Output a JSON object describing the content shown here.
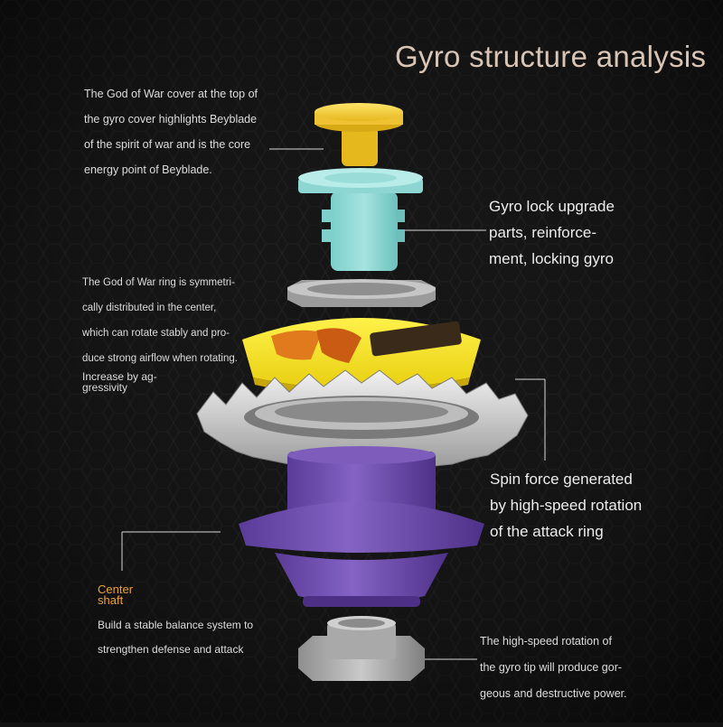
{
  "title": "Gyro structure analysis",
  "colors": {
    "background": "#121212",
    "cover_yellow": "#f2cf3a",
    "lock_teal": "#8ed6d3",
    "ring_gray": "#a4a4a4",
    "disc_yellow": "#f3e21a",
    "disc_logo": "#e07a1c",
    "attack_ring_silver": "#c9c9c9",
    "base_purple": "#6a4aa8",
    "tip_gray": "#a8a8a8",
    "label_orange": "#f0a12a"
  },
  "annotations": {
    "cover": {
      "lines": [
        "The God of War cover at the top of",
        "the gyro cover highlights Beyblade",
        "of the spirit of war and is the core",
        "energy point of Beyblade."
      ]
    },
    "lock": {
      "lines": [
        "Gyro lock upgrade",
        "parts, reinforce-",
        "ment, locking gyro"
      ]
    },
    "ring": {
      "lines": [
        "The God of War ring is symmetri-",
        "cally distributed in the center,",
        "which can rotate stably and pro-",
        "duce strong airflow when rotating."
      ],
      "extra": [
        "Increase by ag-",
        "gressivity"
      ]
    },
    "attack": {
      "lines": [
        "Spin force generated",
        "by high-speed rotation",
        "of the attack ring"
      ]
    },
    "shaft": {
      "heading": [
        "Center",
        "shaft"
      ],
      "lines": [
        "Build a stable balance system to",
        "strengthen defense and attack"
      ]
    },
    "tip": {
      "lines": [
        "The high-speed rotation of",
        "the gyro tip will produce gor-",
        "geous and destructive power."
      ]
    }
  }
}
